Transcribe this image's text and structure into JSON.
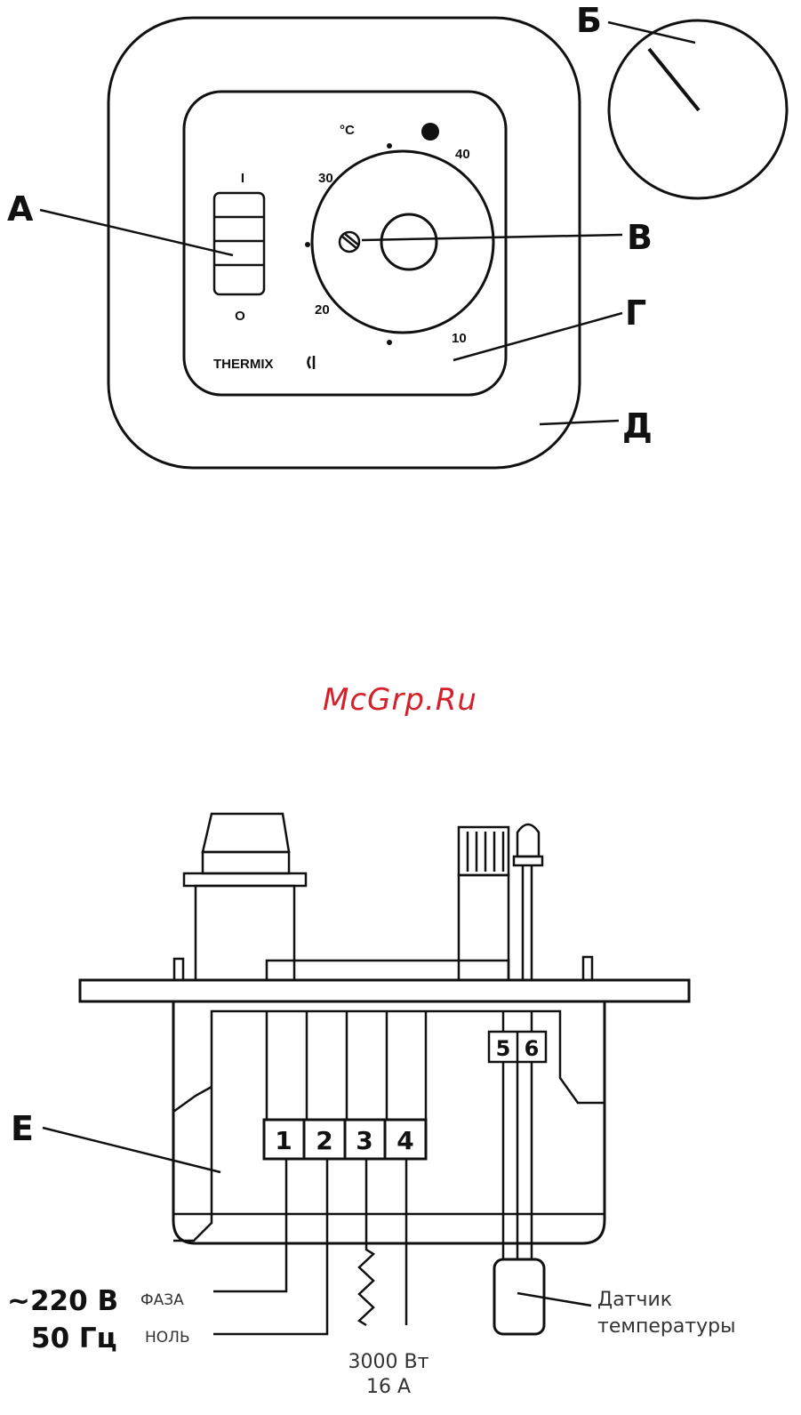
{
  "top_view": {
    "callouts": {
      "a": "А",
      "b": "Б",
      "v": "В",
      "g": "Г",
      "d": "Д"
    },
    "switch": {
      "on_mark": "I",
      "off_mark": "O"
    },
    "dial": {
      "unit": "°C",
      "scale": [
        "30",
        "40",
        "20",
        "10"
      ]
    },
    "brand": "THERMIX"
  },
  "watermark": "McGrp.Ru",
  "wiring": {
    "callout_e": "Е",
    "terminals": [
      "1",
      "2",
      "3",
      "4"
    ],
    "sensor_terminals": [
      "5",
      "6"
    ],
    "supply": {
      "voltage": "~220 В",
      "frequency": "50 Гц",
      "phase": "ФАЗА",
      "neutral": "НОЛЬ"
    },
    "load": {
      "power": "3000 Вт",
      "current": "16 А"
    },
    "sensor": {
      "line1": "Датчик",
      "line2": "температуры"
    }
  }
}
